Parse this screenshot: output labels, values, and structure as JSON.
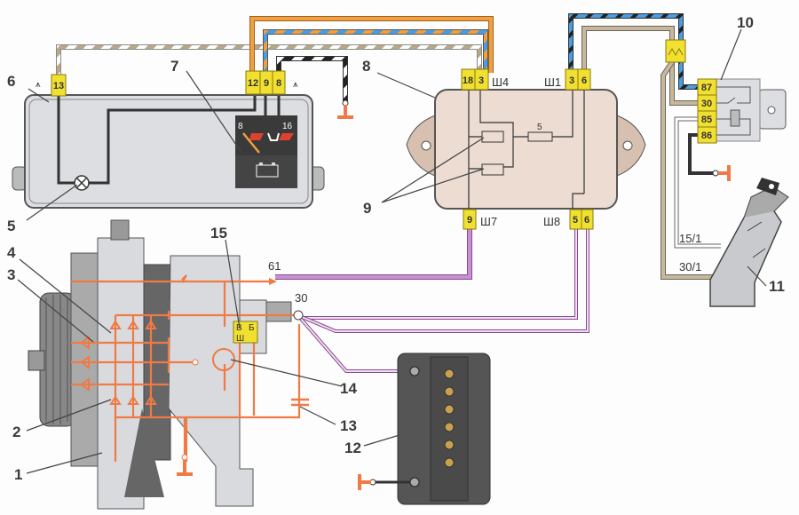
{
  "callouts": {
    "n1": "1",
    "n2": "2",
    "n3": "3",
    "n4": "4",
    "n5": "5",
    "n6": "6",
    "n7": "7",
    "n8": "8",
    "n9": "9",
    "n10": "10",
    "n11": "11",
    "n12": "12",
    "n13": "13",
    "n14": "14",
    "n15": "15"
  },
  "cluster": {
    "pins": [
      "13",
      "12",
      "9",
      "8"
    ],
    "gauge_min": "8",
    "gauge_max": "16"
  },
  "fuse_box": {
    "pins_top_left": [
      "18",
      "3"
    ],
    "block_top_left": "Ш4",
    "pins_top_right": [
      "3",
      "6"
    ],
    "block_top_right": "Ш1",
    "pins_bottom_left": [
      "9"
    ],
    "block_bottom_left": "Ш7",
    "pins_bottom_right": [
      "5",
      "6"
    ],
    "block_bottom_right": "Ш8",
    "resistor_label": "5"
  },
  "relay": {
    "pins": [
      "87",
      "30",
      "85",
      "86"
    ]
  },
  "ignition": {
    "terminal_a": "15/1",
    "terminal_b": "30/1"
  },
  "alternator": {
    "terminal_61": "61",
    "terminal_30": "30",
    "regulator_pins": [
      "В",
      "Б",
      "Ш"
    ]
  },
  "colors": {
    "orange_wire": "#f0a040",
    "blue_wire": "#4a9de0",
    "pink_wire": "#c890d0",
    "internal_circuit": "#f07a45",
    "connector": "#f2e030",
    "ground": "#f07a45"
  }
}
